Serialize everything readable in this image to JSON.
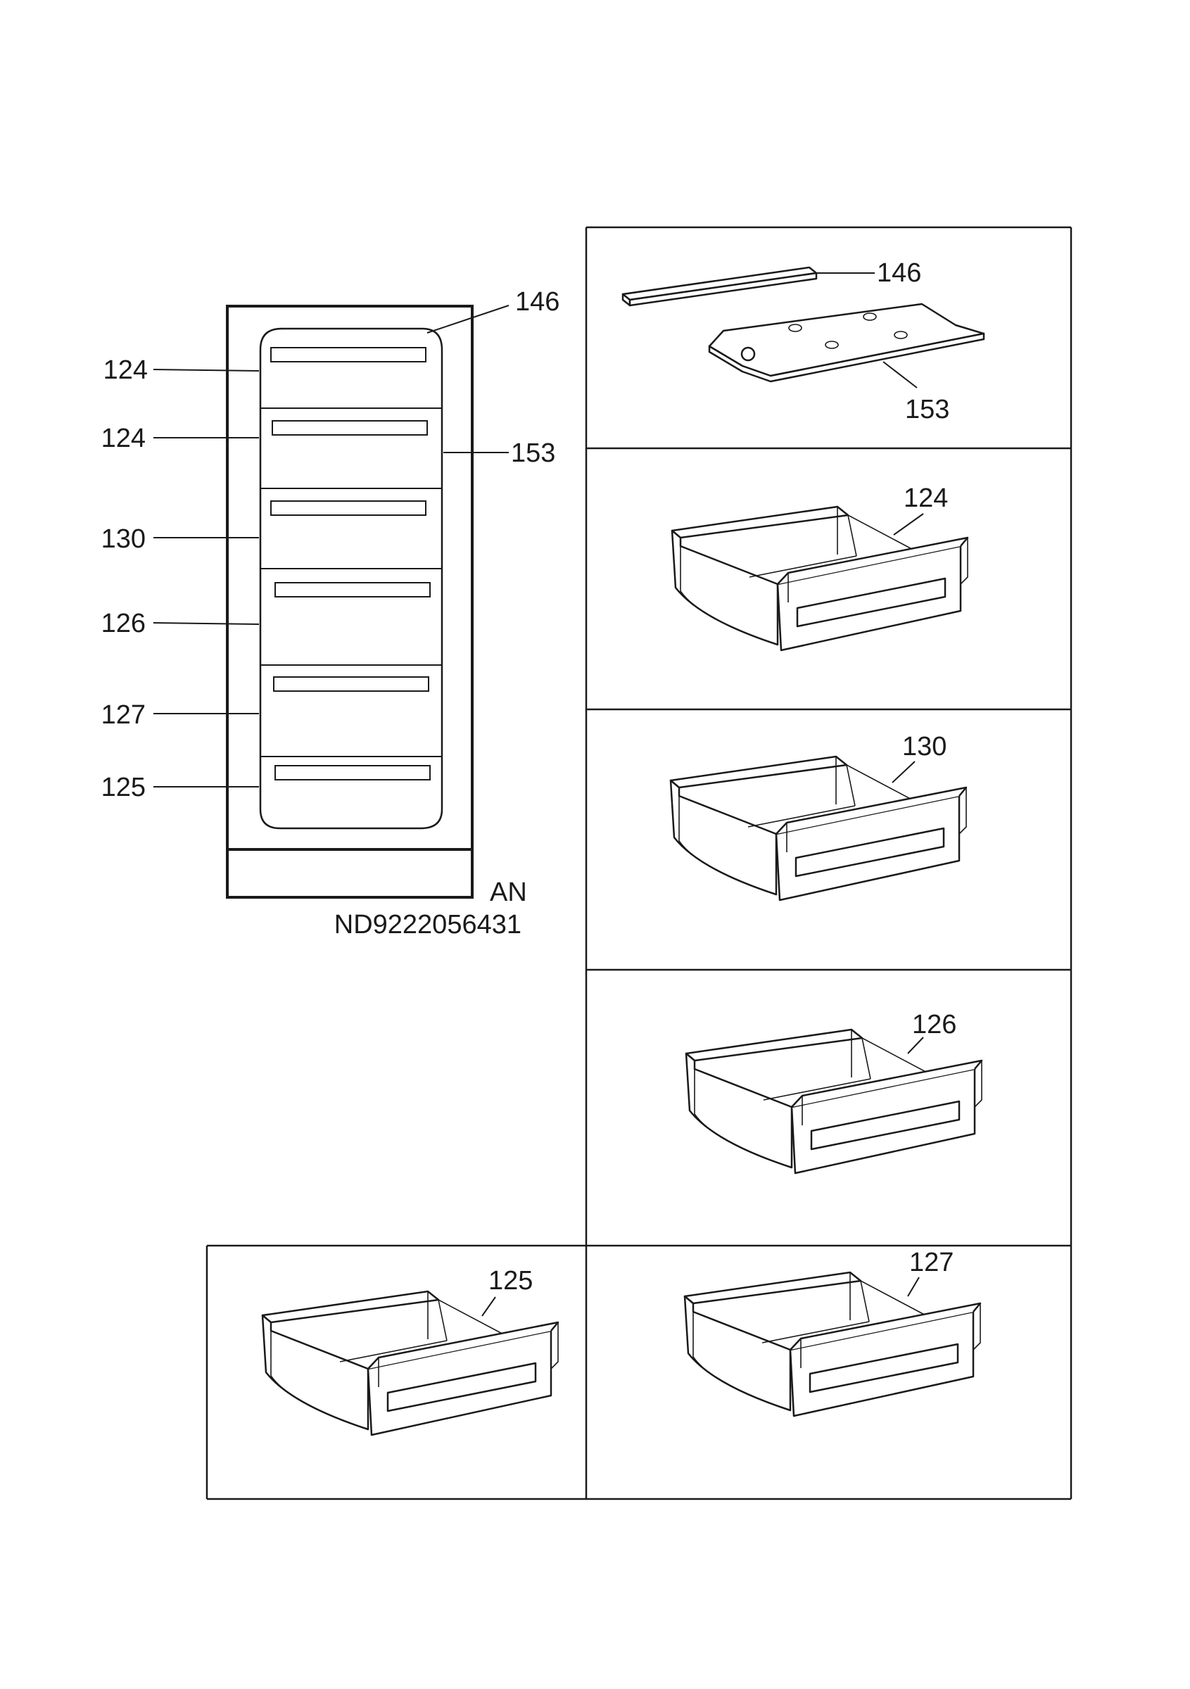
{
  "overview": {
    "labels": {
      "top_right": "146",
      "side_right": "153",
      "d1": "124",
      "d2": "124",
      "d3": "130",
      "d4": "126",
      "d5": "127",
      "d6": "125"
    },
    "variant_code": "AN",
    "document_number": "ND9222056431"
  },
  "parts": {
    "rail": "146",
    "cover": "153",
    "drawer_a": "124",
    "drawer_b": "130",
    "drawer_c": "126",
    "drawer_d": "125",
    "drawer_e": "127"
  },
  "colors": {
    "line": "#1a1a1a",
    "paper": "#ffffff"
  }
}
